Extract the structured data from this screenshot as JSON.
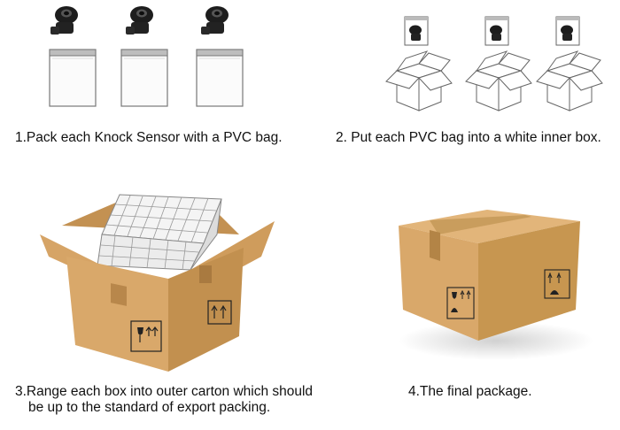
{
  "steps": [
    {
      "caption": "1.Pack each Knock Sensor with a PVC bag."
    },
    {
      "caption": "2. Put each PVC bag into a white inner box."
    },
    {
      "caption_line1": "3.Range each box into outer carton which should",
      "caption_line2": "be up to the standard of export packing."
    },
    {
      "caption": "4.The final package."
    }
  ],
  "colors": {
    "cardboard": "#d9a86a",
    "cardboard_dark": "#b98846",
    "cardboard_light": "#e6bf86",
    "tape": "#c79a5a",
    "sensor": "#1d1d1d"
  },
  "icons": [
    "knock-sensor-icon",
    "pvc-bag-icon",
    "inner-box-icon",
    "carton-icon",
    "fragile-symbol-icon",
    "this-way-up-icon",
    "keep-dry-icon"
  ]
}
